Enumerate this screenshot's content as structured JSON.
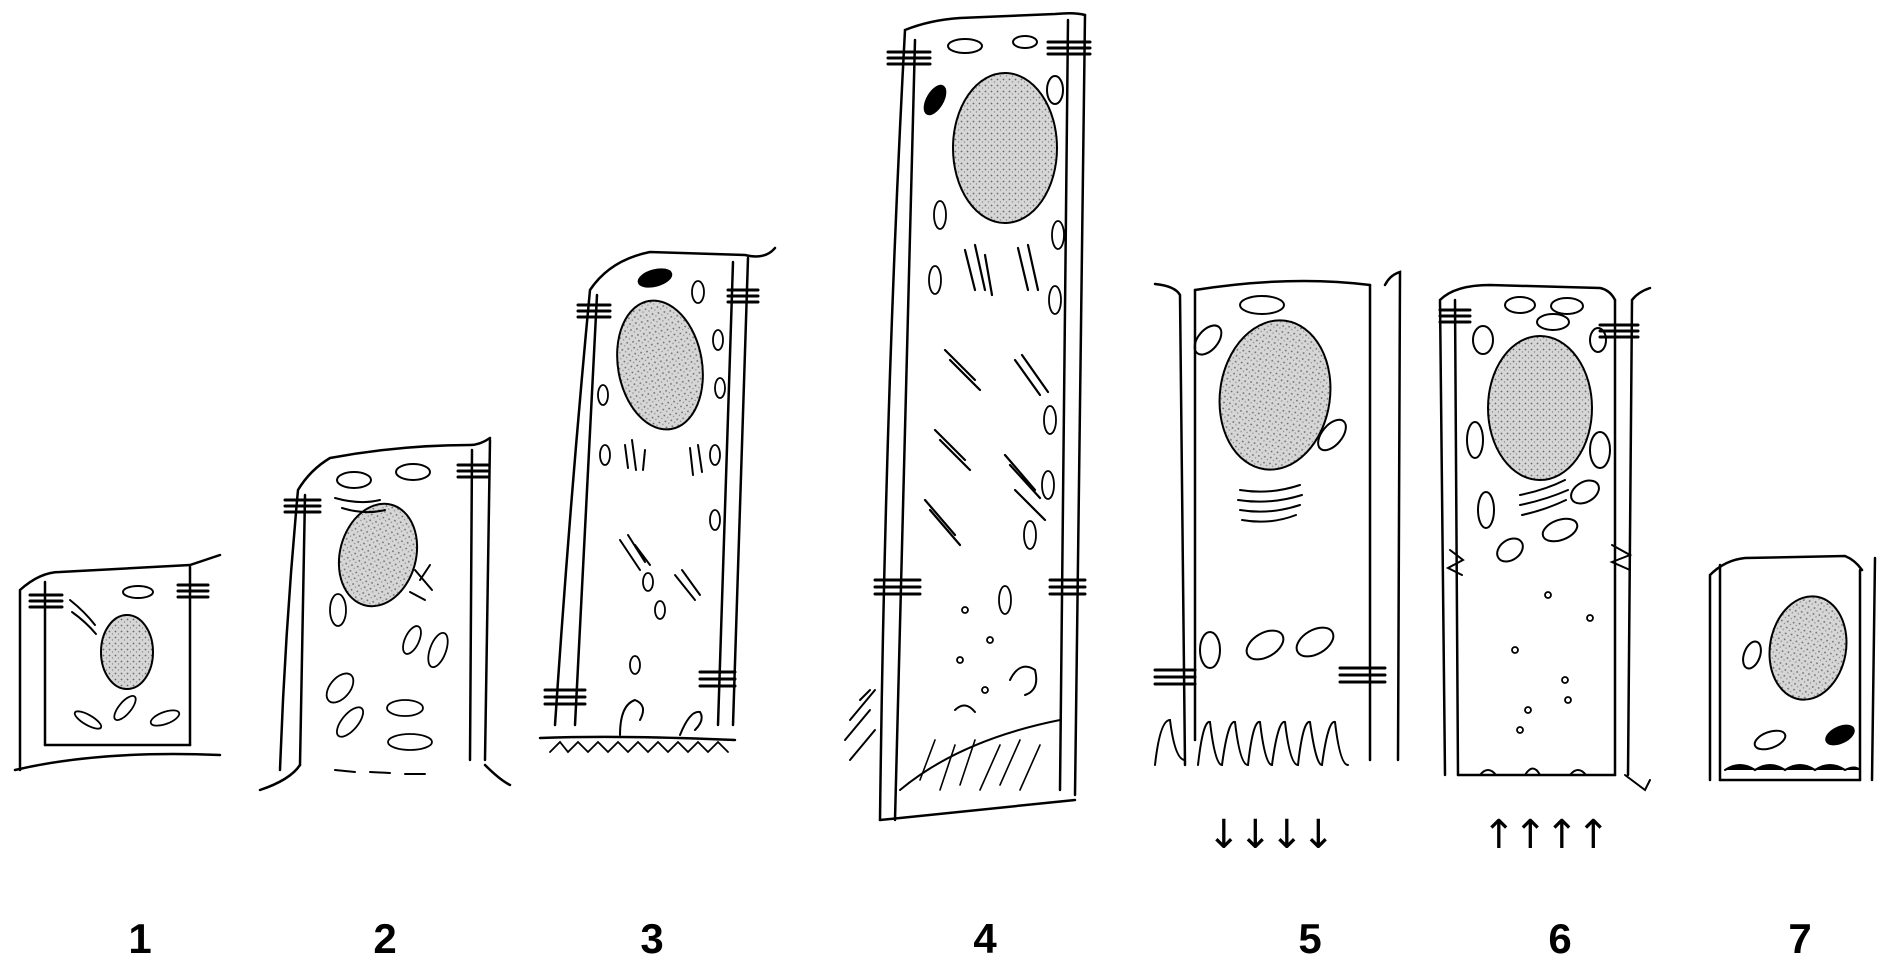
{
  "figure": {
    "stages": [
      {
        "label": "1"
      },
      {
        "label": "2"
      },
      {
        "label": "3"
      },
      {
        "label": "4"
      },
      {
        "label": "5"
      },
      {
        "label": "6"
      },
      {
        "label": "7"
      }
    ],
    "arrows": {
      "down": "↓↓↓↓",
      "up": "↑↑↑↑"
    }
  },
  "colors": {
    "ink": "#000000",
    "nucleus": "#bdbdbd",
    "background": "#ffffff"
  }
}
